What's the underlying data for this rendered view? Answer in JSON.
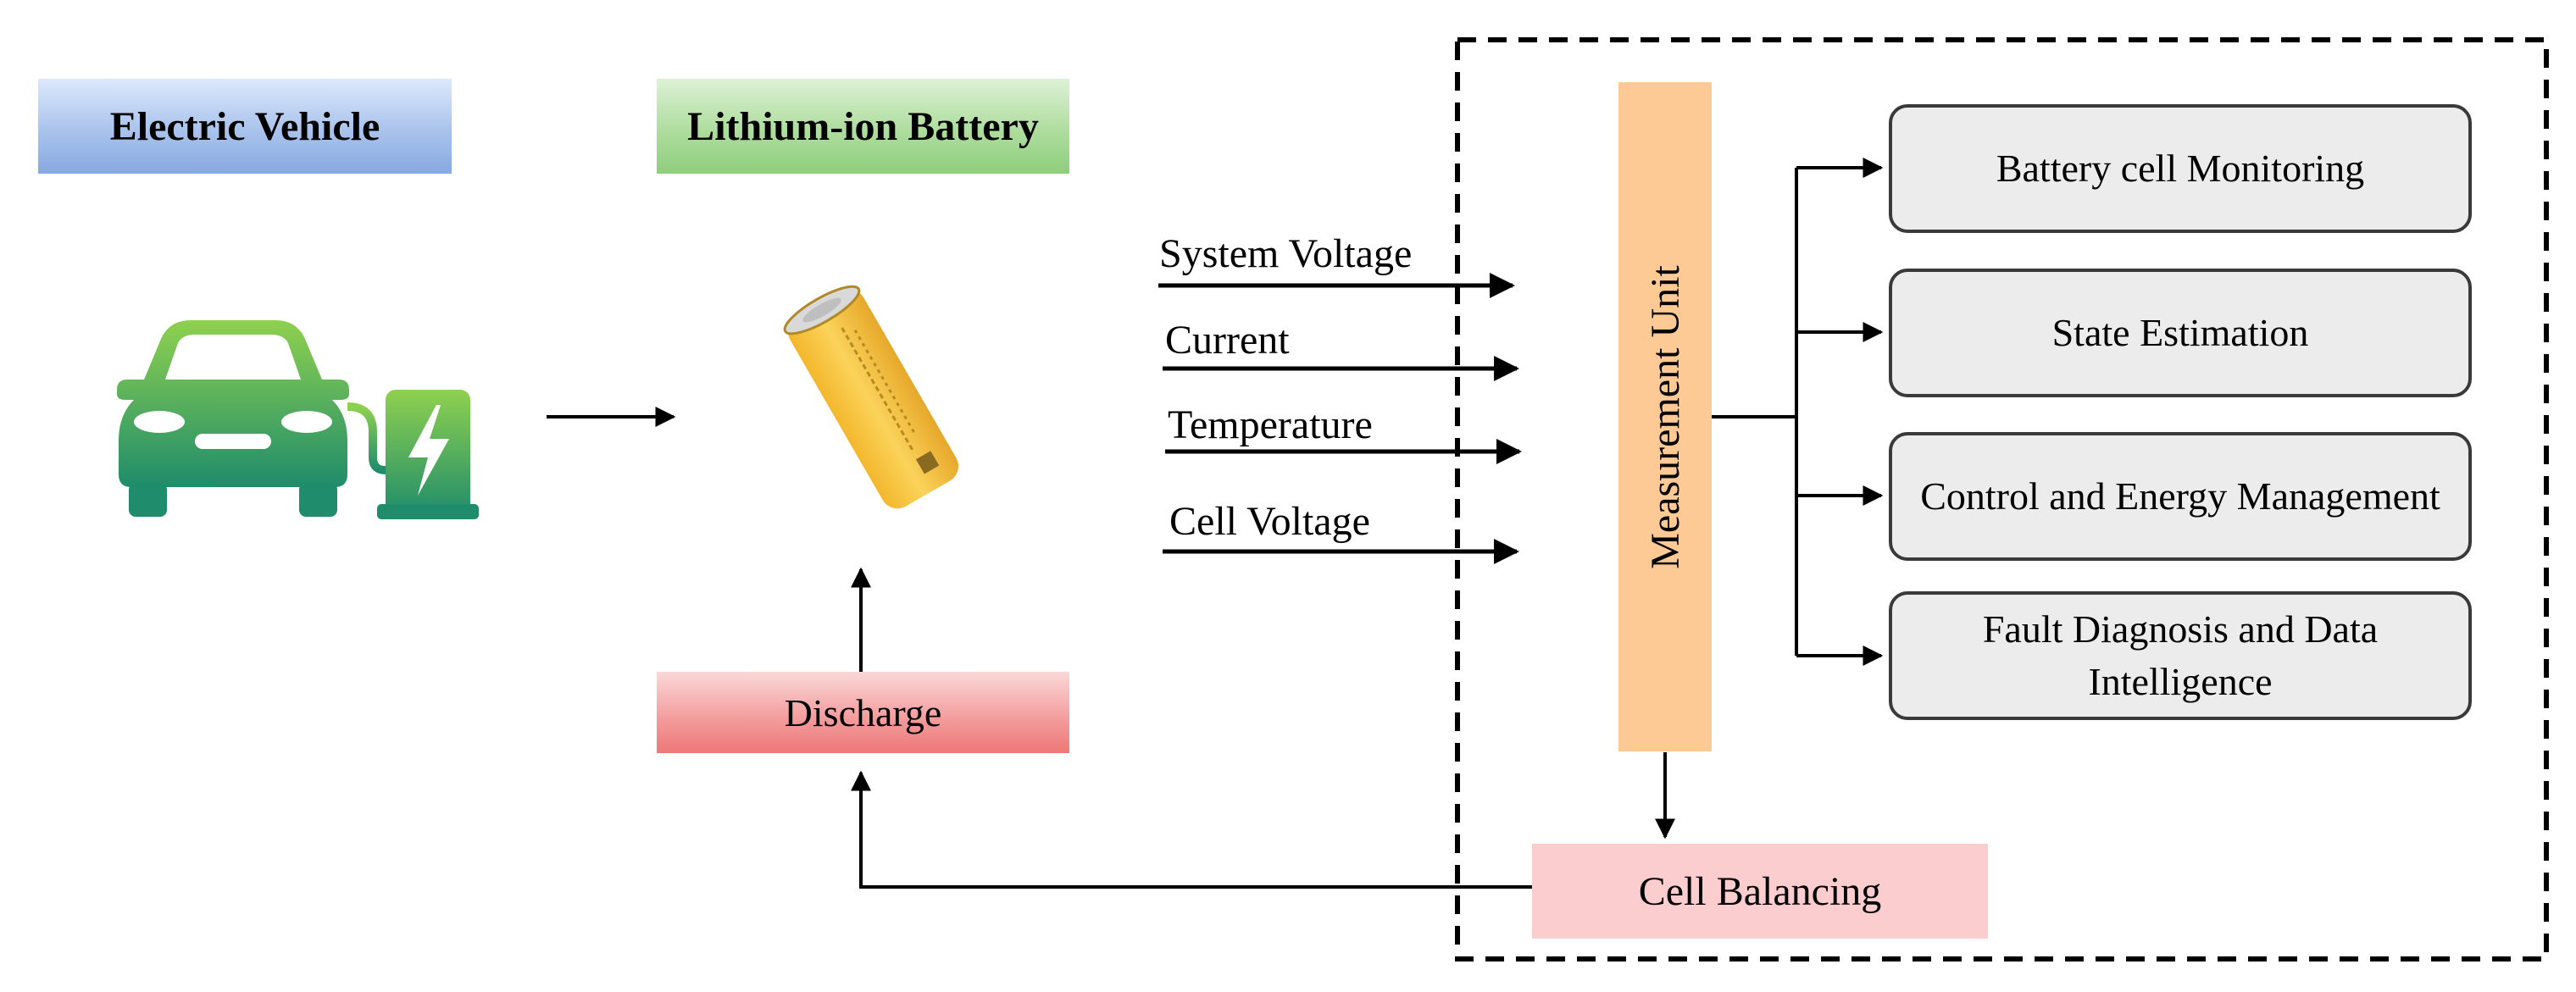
{
  "titles": {
    "electric_vehicle": "Electric Vehicle",
    "lithium_battery": "Lithium-ion Battery"
  },
  "signals": [
    "System Voltage",
    "Current",
    "Temperature",
    "Cell Voltage"
  ],
  "measurement_unit": "Measurement Unit",
  "functions": [
    "Battery cell Monitoring",
    "State Estimation",
    "Control and Energy Management",
    "Fault Diagnosis and Data Intelligence"
  ],
  "discharge": "Discharge",
  "cell_balancing": "Cell Balancing",
  "colors": {
    "ev_green_top": "#8fd14f",
    "ev_green_bottom": "#1f8c6b",
    "battery_yellow": "#f6c544",
    "measure_orange": "#fdc994",
    "balancing_pink": "#fbcdcf"
  },
  "icons": [
    "electric-car-icon",
    "charging-station-icon",
    "battery-cell-icon"
  ]
}
